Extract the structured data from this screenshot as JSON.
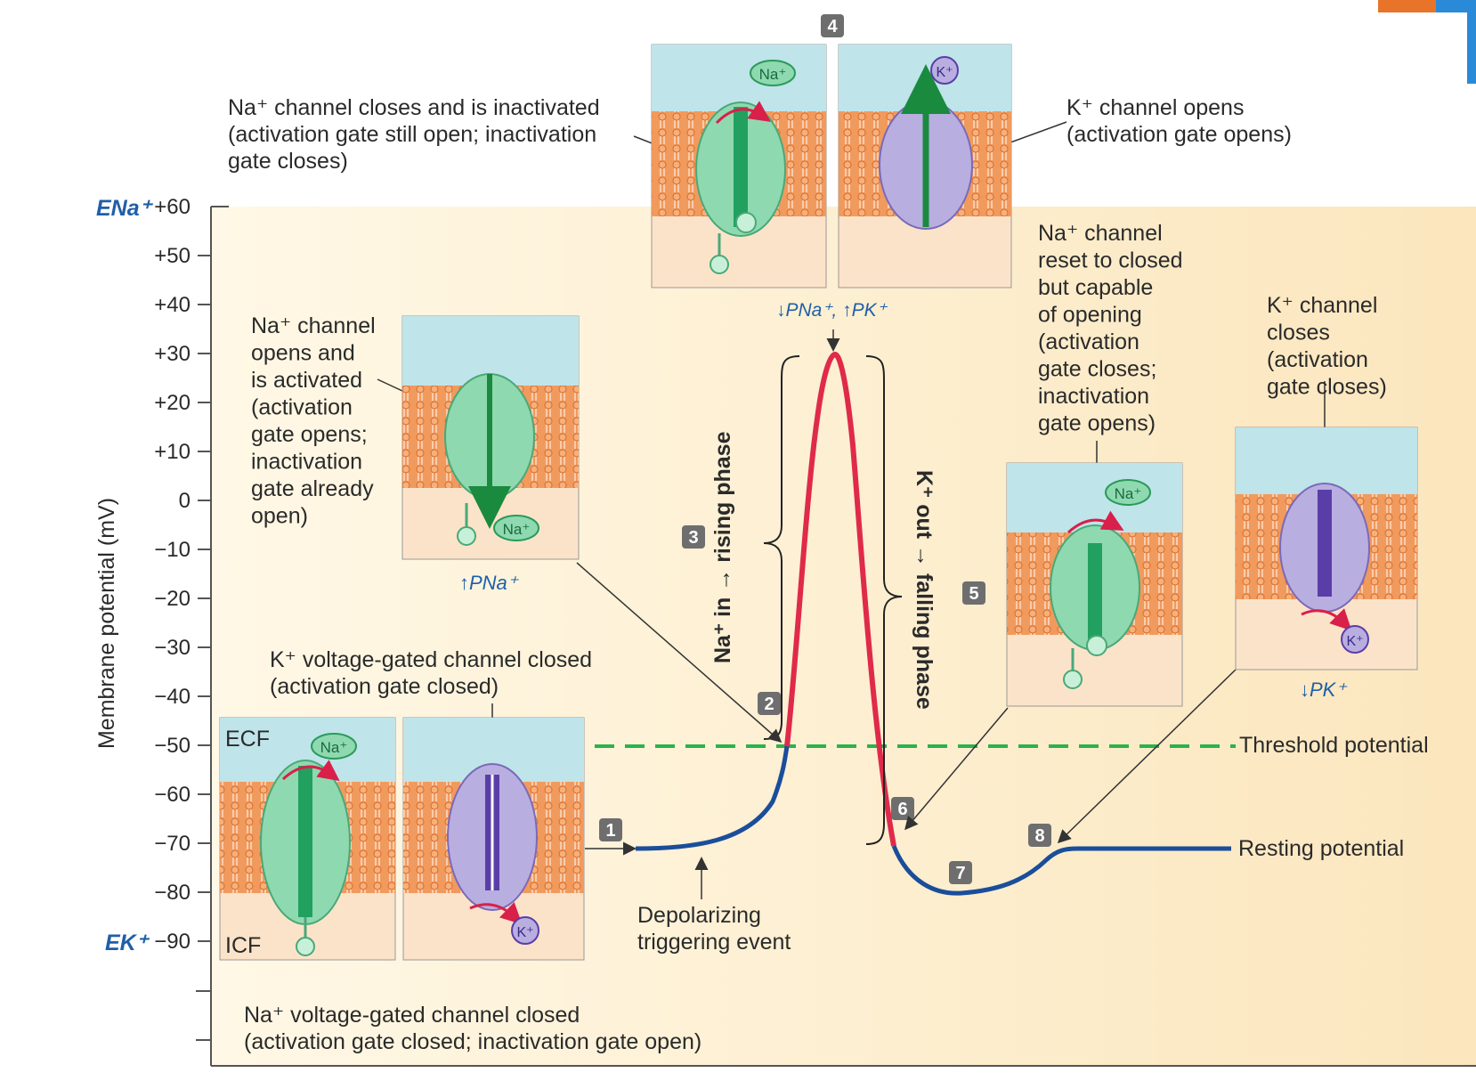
{
  "colors": {
    "background_panel": "#fcebc8",
    "ecf": "#bfe4ea",
    "icf": "#fbe3c9",
    "membrane": "#f0a060",
    "na_channel": "#8fd9b0",
    "k_channel": "#b9aee0",
    "rising_curve": "#e02a4a",
    "resting_curve": "#1a4e9a",
    "threshold": "#2bb24c",
    "arrow_green": "#1a8a3e",
    "arrow_red": "#d8204a",
    "label_blue": "#1f5fa8",
    "step_box": "#6e6e6e"
  },
  "y_axis": {
    "label": "Membrane potential (mV)",
    "ticks": [
      "+60",
      "+50",
      "+40",
      "+30",
      "+20",
      "+10",
      "0",
      "−10",
      "−20",
      "−30",
      "−40",
      "−50",
      "−60",
      "−70",
      "−80",
      "−90"
    ],
    "e_na": "ENa⁺",
    "e_k": "EK⁺"
  },
  "lines": {
    "threshold": "Threshold potential",
    "resting": "Resting potential"
  },
  "phases": {
    "rising": "Na⁺ in → rising phase",
    "falling": "K⁺ out → falling phase"
  },
  "permeability": {
    "up_na": "↑PNa⁺",
    "down_na_up_k": "↓PNa⁺, ↑PK⁺",
    "down_k": "↓PK⁺"
  },
  "steps": [
    "1",
    "2",
    "3",
    "4",
    "5",
    "6",
    "7",
    "8"
  ],
  "labels": {
    "na_inactivated": [
      "Na⁺ channel closes and is inactivated",
      "(activation gate still open; inactivation",
      "gate closes)"
    ],
    "k_opens": [
      "K⁺ channel opens",
      "(activation gate opens)"
    ],
    "na_opens": [
      "Na⁺ channel",
      "opens and",
      "is activated",
      "(activation",
      "gate opens;",
      "inactivation",
      "gate already",
      "open)"
    ],
    "na_reset": [
      "Na⁺ channel",
      "reset to closed",
      "but capable",
      "of opening",
      "(activation",
      "gate closes;",
      "inactivation",
      "gate opens)"
    ],
    "k_closes": [
      "K⁺ channel",
      "closes",
      "(activation",
      "gate closes)"
    ],
    "k_closed": [
      "K⁺ voltage-gated channel closed",
      "(activation gate closed)"
    ],
    "depolarizing": [
      "Depolarizing",
      "triggering event"
    ],
    "na_closed": [
      "Na⁺ voltage-gated channel closed",
      "(activation gate closed; inactivation gate open)"
    ],
    "ecf": "ECF",
    "icf": "ICF",
    "ion_na": "Na⁺",
    "ion_k": "K⁺"
  }
}
